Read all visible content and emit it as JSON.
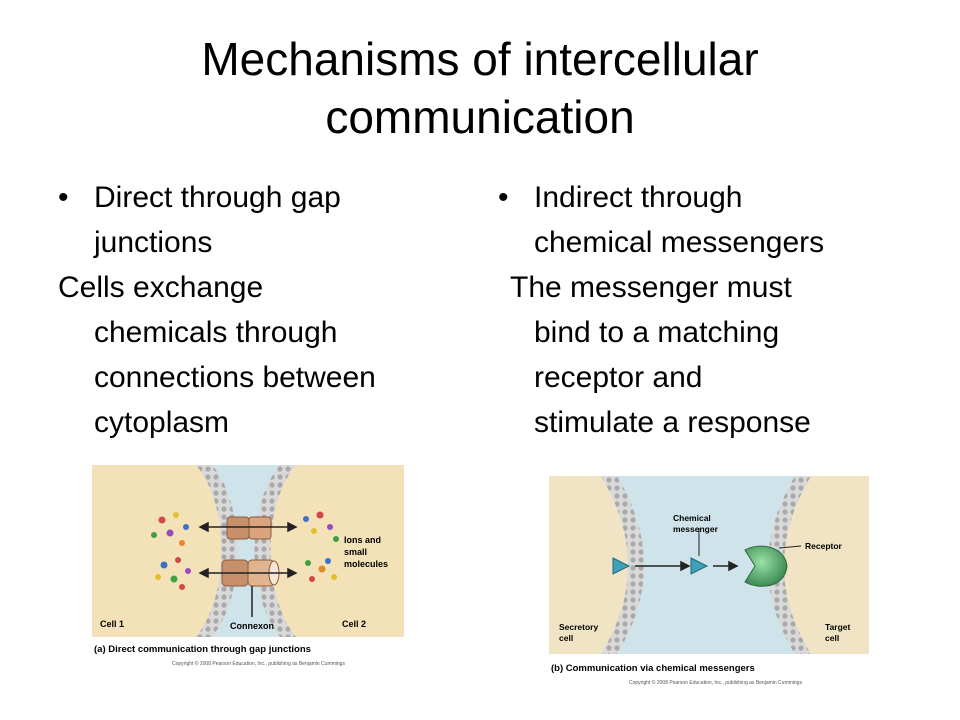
{
  "title": {
    "line1": "Mechanisms of intercellular",
    "line2": "communication"
  },
  "left": {
    "bullet_line1": "Direct through gap",
    "bullet_line2": "junctions",
    "para_line1": "Cells exchange",
    "para_line2": "chemicals through",
    "para_line3": "connections between",
    "para_line4": "cytoplasm"
  },
  "right": {
    "bullet_line1": "Indirect through",
    "bullet_line2": "chemical messengers",
    "para_line1": "The messenger must",
    "para_line2": "bind to a matching",
    "para_line3": "receptor and",
    "para_line4": "stimulate a response"
  },
  "bullet_char": "•",
  "figure_a": {
    "label_ions": "Ions and",
    "label_small": "small",
    "label_molecules": "molecules",
    "label_cell1": "Cell 1",
    "label_cell2": "Cell 2",
    "label_connexon": "Connexon",
    "caption": "(a) Direct communication through gap junctions",
    "copyright": "Copyright © 2008 Pearson Education, Inc., publishing as Benjamin Cummings"
  },
  "figure_b": {
    "label_chemical": "Chemical",
    "label_messenger": "messenger",
    "label_receptor": "Receptor",
    "label_secretory": "Secretory",
    "label_cell": "cell",
    "label_target": "Target",
    "label_target_cell": "cell",
    "caption": "(b) Communication via chemical messengers",
    "copyright": "Copyright © 2008 Pearson Education, Inc., publishing as Benjamin Cummings"
  },
  "colors": {
    "panel_a_bg": "#f3e2b8",
    "panel_b_bg": "#f0e4c4",
    "extracellular": "#cfe3ea",
    "membrane": "#b9b9b9",
    "connexon": "#c8906a",
    "messenger": "#3fa0b8",
    "receptor": "#3f9a5a"
  }
}
